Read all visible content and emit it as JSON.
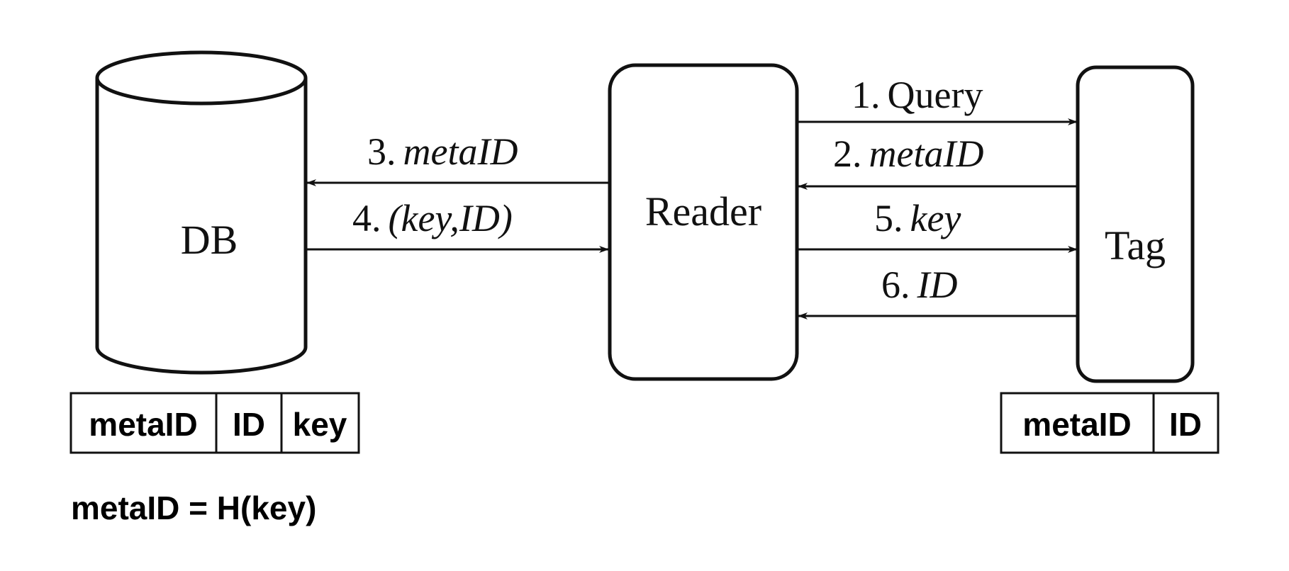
{
  "nodes": {
    "db": "DB",
    "reader": "Reader",
    "tag": "Tag"
  },
  "messages": [
    {
      "num": "1.",
      "text": "Query",
      "italic": false,
      "direction": "reader-to-tag"
    },
    {
      "num": "2.",
      "text": "metaID",
      "italic": true,
      "direction": "tag-to-reader"
    },
    {
      "num": "3.",
      "text": "metaID",
      "italic": true,
      "direction": "reader-to-db"
    },
    {
      "num": "4.",
      "text": "(key,ID)",
      "italic": true,
      "direction": "db-to-reader"
    },
    {
      "num": "5.",
      "text": "key",
      "italic": true,
      "direction": "reader-to-tag"
    },
    {
      "num": "6.",
      "text": "ID",
      "italic": true,
      "direction": "tag-to-reader"
    }
  ],
  "db_table": {
    "columns": [
      "metaID",
      "ID",
      "key"
    ]
  },
  "tag_table": {
    "columns": [
      "metaID",
      "ID"
    ]
  },
  "formula": "metaID = H(key)"
}
